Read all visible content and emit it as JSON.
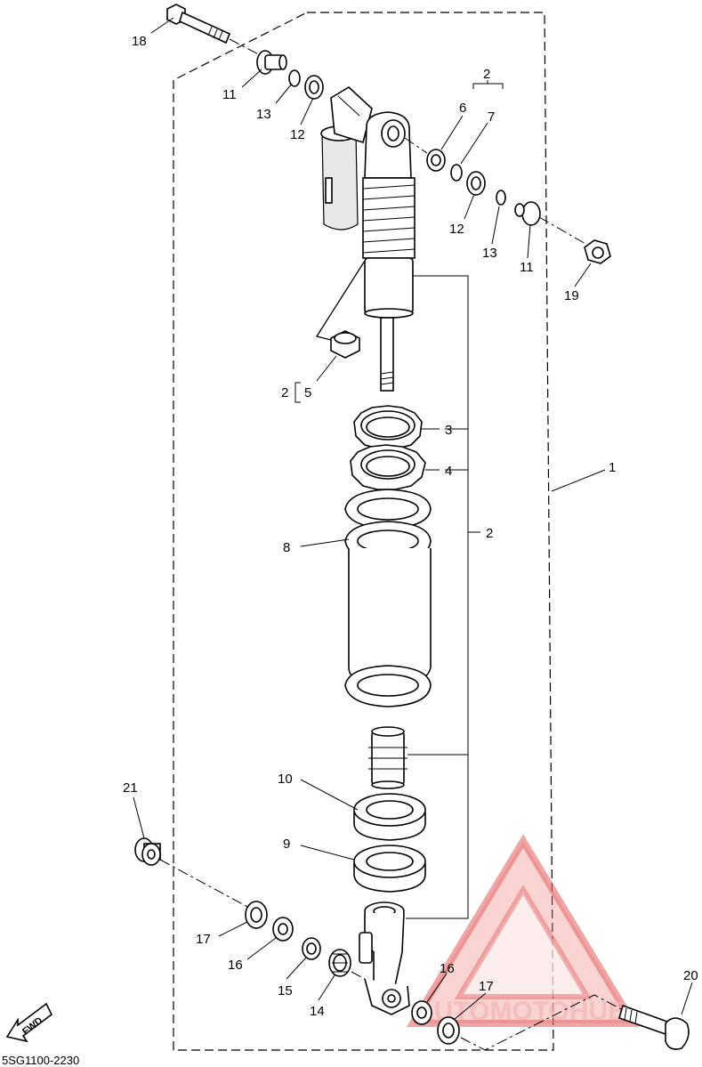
{
  "diagram": {
    "drawing_code": "5SG1100-2230",
    "fwd_label": "FWD",
    "watermark": "AUTOMOTOHUB",
    "watermark_color": "#f08080",
    "callouts": {
      "c1": "1",
      "c2_top": "2",
      "c2_left": "2",
      "c2_right": "2",
      "c3": "3",
      "c4": "4",
      "c5": "5",
      "c6": "6",
      "c7": "7",
      "c8": "8",
      "c9": "9",
      "c10": "10",
      "c11_left": "11",
      "c11_right": "11",
      "c12_left": "12",
      "c12_right": "12",
      "c13_left": "13",
      "c13_right": "13",
      "c14": "14",
      "c15": "15",
      "c16_left": "16",
      "c16_right": "16",
      "c17_left": "17",
      "c17_right": "17",
      "c18": "18",
      "c19": "19",
      "c20": "20",
      "c21": "21"
    }
  }
}
